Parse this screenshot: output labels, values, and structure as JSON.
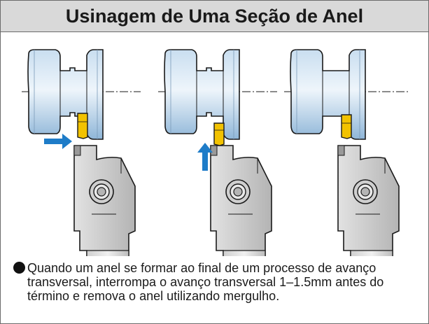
{
  "title": "Usinagem de Uma Seção de Anel",
  "caption": "Quando um anel se formar ao final de um processo de avanço transversal, interrompa o avanço transversal 1–1.5mm antes do término e remova o anel utilizando mergulho.",
  "icons": {
    "bullet": "filled-circle",
    "arrows": [
      "arrow-right-icon",
      "arrow-up-icon"
    ]
  },
  "colors": {
    "title_bg": "#d9d9d9",
    "workpiece": "#aacbe6",
    "holder": "#c9c9c9",
    "insert": "#f2c200",
    "arrow": "#1e7cc8"
  }
}
